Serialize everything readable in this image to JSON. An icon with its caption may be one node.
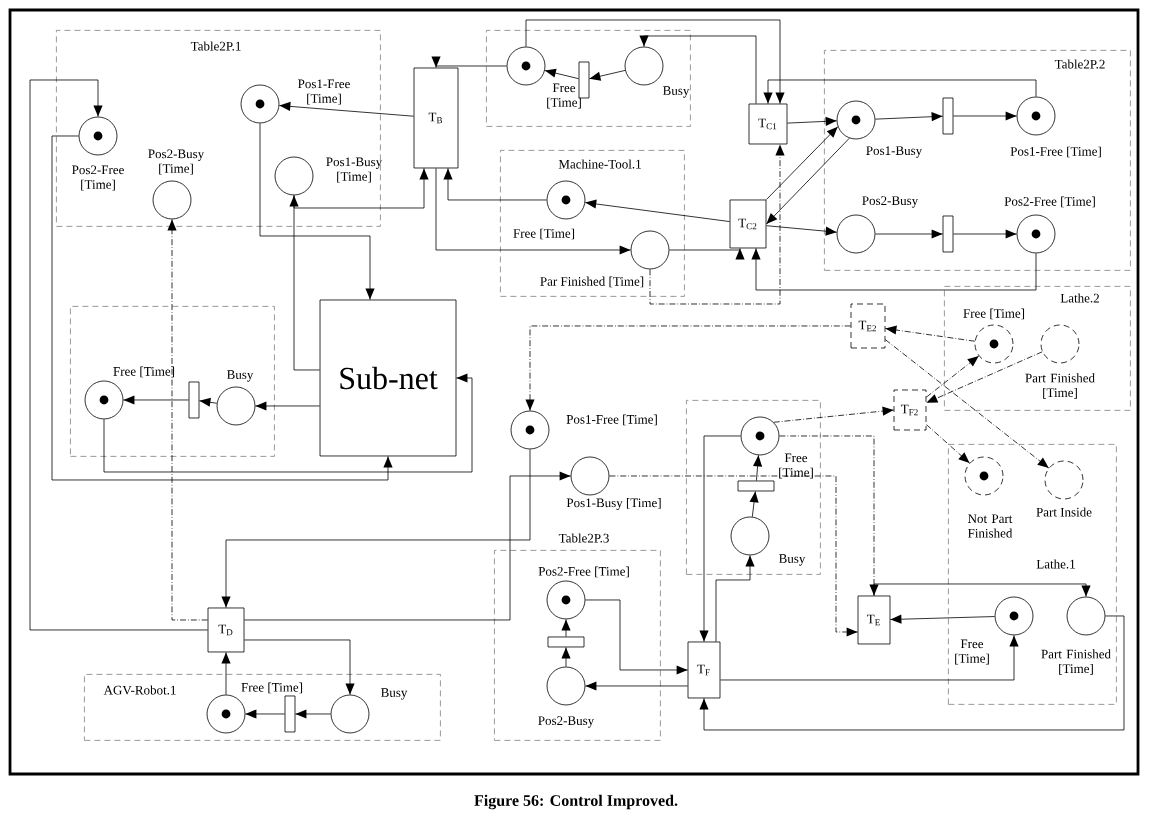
{
  "diagram": {
    "caption": "Figure 56: Control Improved.",
    "nodes": [
      {
        "text": [
          "Table2P.1"
        ]
      },
      {
        "text": [
          "Pos2-Free [Time]"
        ],
        "in": 0
      },
      {
        "text": [
          "Pos2-Busy [Time]"
        ],
        "in": 0
      },
      {
        "text": [
          "Pos1-Free [Time]"
        ],
        "in": 0
      },
      {
        "text": [
          "Pos1-Busy [Time]"
        ],
        "in": 0
      },
      {
        "text": [
          "T$_{B}$"
        ]
      },
      {
        "text": [],
        "shape": "box"
      },
      {
        "text": [
          "Free [Time]"
        ],
        "in": 6
      },
      {
        "text": [],
        "shape": "bar",
        "in": 6
      },
      {
        "text": [
          "Busy"
        ],
        "in": 6
      },
      {
        "text": [
          "T$_{C1}$"
        ]
      },
      {
        "text": [
          "Table2P.2"
        ]
      },
      {
        "text": [
          "Pos1-Busy"
        ],
        "in": 11
      },
      {
        "text": [],
        "shape": "bar",
        "in": 11
      },
      {
        "text": [
          "Pos1-Free [Time]"
        ],
        "in": 11
      },
      {
        "text": [
          "Pos2-Busy"
        ],
        "in": 11
      },
      {
        "text": [],
        "shape": "bar",
        "in": 11
      },
      {
        "text": [
          "Pos2-Free [Time]"
        ],
        "in": 11
      },
      {
        "text": [
          "Machine-Tool.1"
        ]
      },
      {
        "text": [
          "Free [Time]"
        ],
        "in": 18
      },
      {
        "text": [
          "Par Finished [Time]"
        ],
        "in": 18
      },
      {
        "text": [
          "T$_{C2}$"
        ]
      },
      {
        "text": [],
        "shape": "box"
      },
      {
        "text": [
          "Free [Time]"
        ],
        "in": 22
      },
      {
        "text": [],
        "shape": "bar",
        "in": 22
      },
      {
        "text": [
          "Busy"
        ],
        "in": 22
      },
      {
        "text": [
          "Sub-net"
        ]
      },
      {
        "text": [
          "Lathe.2"
        ]
      },
      {
        "text": [
          "T$_{E2}$"
        ]
      },
      {
        "text": [
          "Free [Time]"
        ],
        "in": 27
      },
      {
        "text": [
          "Part Finished [Time]"
        ],
        "in": 27
      },
      {
        "text": [
          "T$_{F2}$"
        ]
      },
      {
        "text": [
          "Pos1-Free [Time]"
        ]
      },
      {
        "text": [
          "Pos1-Busy [Time]"
        ]
      },
      {
        "text": [],
        "shape": "box"
      },
      {
        "text": [
          "Free [Time]"
        ],
        "in": 34
      },
      {
        "text": [],
        "shape": "bar",
        "in": 34
      },
      {
        "text": [
          "Busy"
        ],
        "in": 34
      },
      {
        "text": [
          "Lathe.1"
        ]
      },
      {
        "text": [
          "Not Part Finished"
        ],
        "in": 38
      },
      {
        "text": [
          "Part Inside"
        ],
        "in": 38
      },
      {
        "text": [
          "Table2P.3"
        ]
      },
      {
        "text": [
          "Pos2-Free [Time]"
        ],
        "in": 41
      },
      {
        "text": [],
        "shape": "bar",
        "in": 41
      },
      {
        "text": [
          "Pos2-Busy"
        ],
        "in": 41
      },
      {
        "text": [
          "T$_{F}$"
        ]
      },
      {
        "text": [
          "T$_{E}$"
        ]
      },
      {
        "text": [
          "Free [Time]"
        ],
        "in": 38
      },
      {
        "text": [
          "Part Finished [Time]"
        ],
        "in": 38
      },
      {
        "text": [
          "T$_{D}$"
        ]
      },
      {
        "text": [
          "AGV-Robot.1"
        ]
      },
      {
        "text": [
          "Free [Time]"
        ],
        "in": 50
      },
      {
        "text": [],
        "shape": "bar",
        "in": 50
      },
      {
        "text": [
          "Busy"
        ],
        "in": 50
      }
    ],
    "edges": [
      {
        "from": 5,
        "to": 3,
        "arrow": "to"
      },
      {
        "from": 4,
        "to": 5,
        "arrow": "to"
      },
      {
        "from": 19,
        "to": 5,
        "arrow": "to"
      },
      {
        "from": 7,
        "to": 5,
        "arrow": "to"
      },
      {
        "from": 3,
        "to": 26,
        "arrow": "to"
      },
      {
        "from": 26,
        "to": 4,
        "arrow": "to"
      },
      {
        "from": 49,
        "to": 1,
        "arrow": "to"
      },
      {
        "from": 49,
        "to": 2,
        "arrow": "to",
        "style": "dashed"
      },
      {
        "from": 1,
        "to": 26,
        "arrow": "to"
      },
      {
        "from": 9,
        "to": 8,
        "arrow": "to"
      },
      {
        "from": 8,
        "to": 7,
        "arrow": "to"
      },
      {
        "from": 10,
        "to": 9,
        "arrow": "to"
      },
      {
        "from": 7,
        "to": 10,
        "arrow": "to"
      },
      {
        "from": 10,
        "to": 12,
        "arrow": "to"
      },
      {
        "from": 12,
        "to": 13,
        "arrow": "to"
      },
      {
        "from": 13,
        "to": 14,
        "arrow": "to"
      },
      {
        "from": 14,
        "to": 10,
        "arrow": "to"
      },
      {
        "from": 12,
        "to": 21,
        "arrow": "to"
      },
      {
        "from": 21,
        "to": 12,
        "arrow": "to"
      },
      {
        "from": 21,
        "to": 15,
        "arrow": "to"
      },
      {
        "from": 15,
        "to": 16,
        "arrow": "to"
      },
      {
        "from": 16,
        "to": 17,
        "arrow": "to"
      },
      {
        "from": 17,
        "to": 21,
        "arrow": "to"
      },
      {
        "from": 21,
        "to": 19,
        "arrow": "to"
      },
      {
        "from": 20,
        "to": 21,
        "arrow": "to"
      },
      {
        "from": 5,
        "to": 20,
        "arrow": "to"
      },
      {
        "from": 20,
        "to": 10,
        "arrow": "to",
        "style": "dashed"
      },
      {
        "from": 25,
        "to": 24,
        "arrow": "to"
      },
      {
        "from": 24,
        "to": 23,
        "arrow": "to"
      },
      {
        "from": 26,
        "to": 25,
        "arrow": "to"
      },
      {
        "from": 23,
        "to": 26,
        "arrow": "to"
      },
      {
        "from": 32,
        "to": 49,
        "arrow": "to"
      },
      {
        "from": 49,
        "to": 33,
        "arrow": "to"
      },
      {
        "from": 51,
        "to": 49,
        "arrow": "to"
      },
      {
        "from": 49,
        "to": 53,
        "arrow": "to"
      },
      {
        "from": 53,
        "to": 52,
        "arrow": "to"
      },
      {
        "from": 52,
        "to": 51,
        "arrow": "to"
      },
      {
        "from": 37,
        "to": 36,
        "arrow": "to"
      },
      {
        "from": 36,
        "to": 35,
        "arrow": "to"
      },
      {
        "from": 35,
        "to": 45,
        "arrow": "to"
      },
      {
        "from": 45,
        "to": 37,
        "arrow": "to"
      },
      {
        "from": 44,
        "to": 43,
        "arrow": "to"
      },
      {
        "from": 43,
        "to": 42,
        "arrow": "to"
      },
      {
        "from": 42,
        "to": 45,
        "arrow": "to"
      },
      {
        "from": 45,
        "to": 44,
        "arrow": "to"
      },
      {
        "from": 47,
        "to": 46,
        "arrow": "to"
      },
      {
        "from": 46,
        "to": 48,
        "arrow": "to"
      },
      {
        "from": 33,
        "to": 46,
        "arrow": "to",
        "style": "dashed"
      },
      {
        "from": 35,
        "to": 46,
        "arrow": "to",
        "style": "dashed"
      },
      {
        "from": 48,
        "to": 45,
        "arrow": "to"
      },
      {
        "from": 45,
        "to": 47,
        "arrow": "to"
      },
      {
        "from": 29,
        "to": 28,
        "arrow": "to",
        "style": "dashed"
      },
      {
        "from": 28,
        "to": 40,
        "arrow": "to",
        "style": "dashed"
      },
      {
        "from": 30,
        "to": 31,
        "arrow": "to",
        "style": "dashed"
      },
      {
        "from": 31,
        "to": 29,
        "arrow": "to",
        "style": "dashed"
      },
      {
        "from": 31,
        "to": 39,
        "arrow": "to",
        "style": "dashed"
      },
      {
        "from": 28,
        "to": 32,
        "arrow": "to",
        "style": "dashed"
      },
      {
        "from": 35,
        "to": 31,
        "arrow": "to",
        "style": "dashed"
      }
    ]
  }
}
